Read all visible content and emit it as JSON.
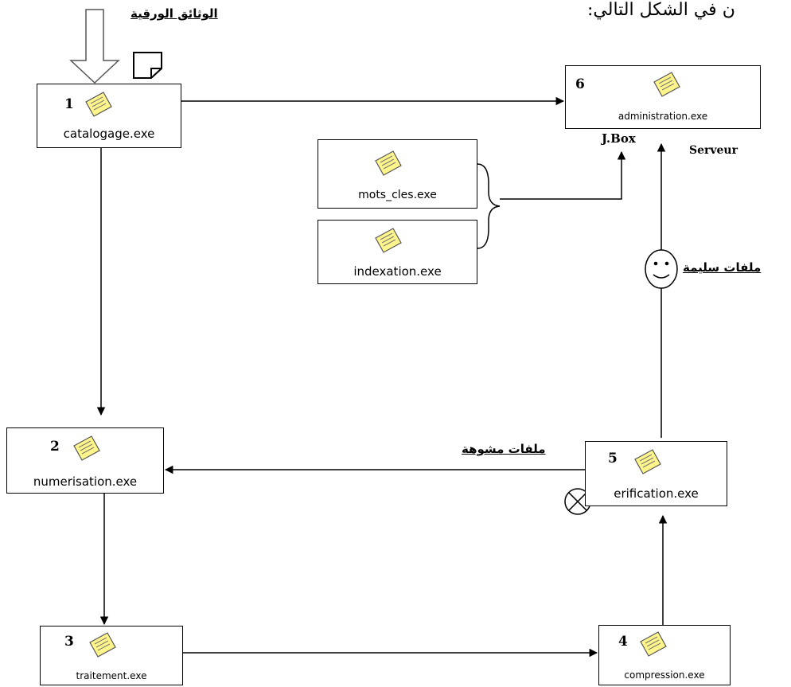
{
  "header_text": "ن في الشكل التالي:",
  "input_label": "الوثائق الورقية",
  "nodes": {
    "catalogage": {
      "num": "1",
      "label": "catalogage.exe"
    },
    "numerisation": {
      "num": "2",
      "label": "numerisation.exe"
    },
    "traitement": {
      "num": "3",
      "label": "traitement.exe"
    },
    "compression": {
      "num": "4",
      "label": "compression.exe"
    },
    "verification": {
      "num": "5",
      "label": "erification.exe"
    },
    "administration": {
      "num": "6",
      "label": "administration.exe"
    },
    "mots_cles": {
      "label": "mots_cles.exe"
    },
    "indexation": {
      "label": "indexation.exe"
    }
  },
  "jbox_label": "J.Box",
  "serveur_label": "Serveur",
  "good_files_label": "ملفات سليمة",
  "bad_files_label": "ملفات مشوهة",
  "colors": {
    "line": "#000000",
    "note_fill": "#fff58a",
    "note_stroke": "#555555",
    "arrow_fill": "#ffffff"
  }
}
